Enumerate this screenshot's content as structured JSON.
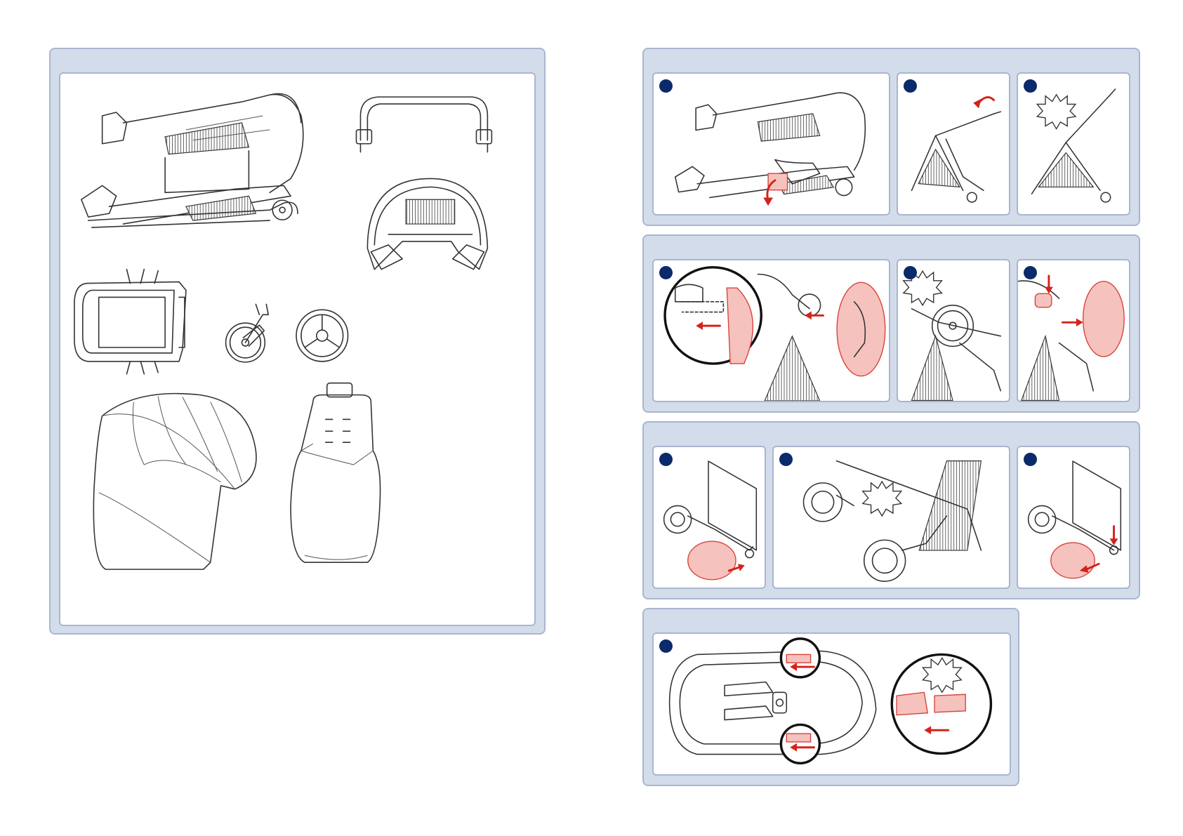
{
  "colors": {
    "panel_fill": "#d3dcea",
    "panel_border": "#a9b6cf",
    "step_dot": "#0b2a6b",
    "highlight_arrow": "#d3231b",
    "highlight_fill": "#f6c2bd"
  },
  "page": {
    "contents_panel": {
      "items": [
        "stroller-frame",
        "bumper-bar",
        "canopy-hood",
        "seat-unit",
        "front-swivel-wheel",
        "rear-wheel",
        "rain-cover",
        "footmuff"
      ]
    },
    "steps": [
      {
        "group": 1,
        "images": [
          "unfold-frame-release",
          "lift-handle-unfold",
          "frame-locked-click"
        ]
      },
      {
        "group": 2,
        "images": [
          "insert-rear-wheel-axle-detail",
          "rear-wheel-click",
          "remove-rear-wheel-press-button"
        ]
      },
      {
        "group": 3,
        "images": [
          "insert-front-wheel",
          "front-wheels-click",
          "remove-front-wheel-press-button"
        ]
      },
      {
        "group": 4,
        "images": [
          "attach-seat-unit-click-detail"
        ]
      }
    ]
  }
}
